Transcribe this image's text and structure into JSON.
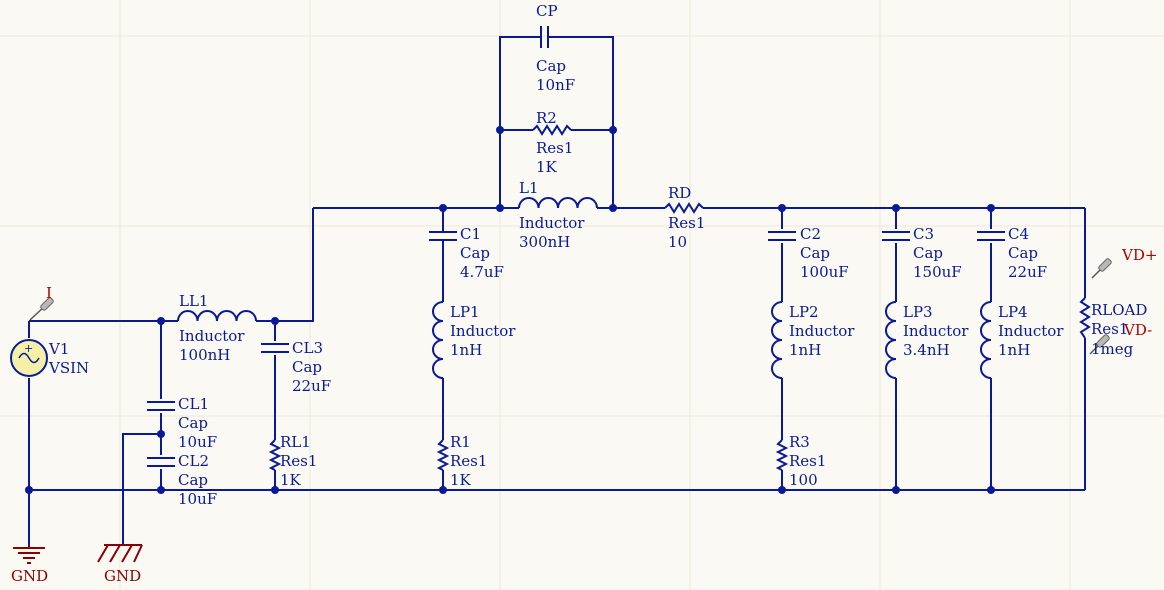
{
  "components": {
    "CP": {
      "ref": "CP",
      "type": "Cap",
      "value": "10nF"
    },
    "R2": {
      "ref": "R2",
      "type": "Res1",
      "value": "1K"
    },
    "L1": {
      "ref": "L1",
      "type": "Inductor",
      "value": "300nH"
    },
    "RD": {
      "ref": "RD",
      "type": "Res1",
      "value": "10"
    },
    "C1": {
      "ref": "C1",
      "type": "Cap",
      "value": "4.7uF"
    },
    "C2": {
      "ref": "C2",
      "type": "Cap",
      "value": "100uF"
    },
    "C3": {
      "ref": "C3",
      "type": "Cap",
      "value": "150uF"
    },
    "C4": {
      "ref": "C4",
      "type": "Cap",
      "value": "22uF"
    },
    "LP1": {
      "ref": "LP1",
      "type": "Inductor",
      "value": "1nH"
    },
    "LP2": {
      "ref": "LP2",
      "type": "Inductor",
      "value": "1nH"
    },
    "LP3": {
      "ref": "LP3",
      "type": "Inductor",
      "value": "3.4nH"
    },
    "LP4": {
      "ref": "LP4",
      "type": "Inductor",
      "value": "1nH"
    },
    "R1": {
      "ref": "R1",
      "type": "Res1",
      "value": "1K"
    },
    "R3": {
      "ref": "R3",
      "type": "Res1",
      "value": "100"
    },
    "LL1": {
      "ref": "LL1",
      "type": "Inductor",
      "value": "100nH"
    },
    "CL3": {
      "ref": "CL3",
      "type": "Cap",
      "value": "22uF"
    },
    "CL1": {
      "ref": "CL1",
      "type": "Cap",
      "value": "10uF"
    },
    "CL2": {
      "ref": "CL2",
      "type": "Cap",
      "value": "10uF"
    },
    "RL1": {
      "ref": "RL1",
      "type": "Res1",
      "value": "1K"
    },
    "V1": {
      "ref": "V1",
      "type": "VSIN"
    },
    "RLOAD": {
      "ref": "RLOAD",
      "type": "Res1",
      "value": "1meg"
    }
  },
  "probes": {
    "current": "I",
    "vd_plus": "VD+",
    "vd_minus": "VD-"
  },
  "grounds": {
    "gnd1": "GND",
    "gnd2": "GND"
  },
  "colors": {
    "wire": "#0a1a96",
    "probe_text": "#b00000",
    "ground": "#8b0000",
    "background": "#fbf9f3"
  }
}
